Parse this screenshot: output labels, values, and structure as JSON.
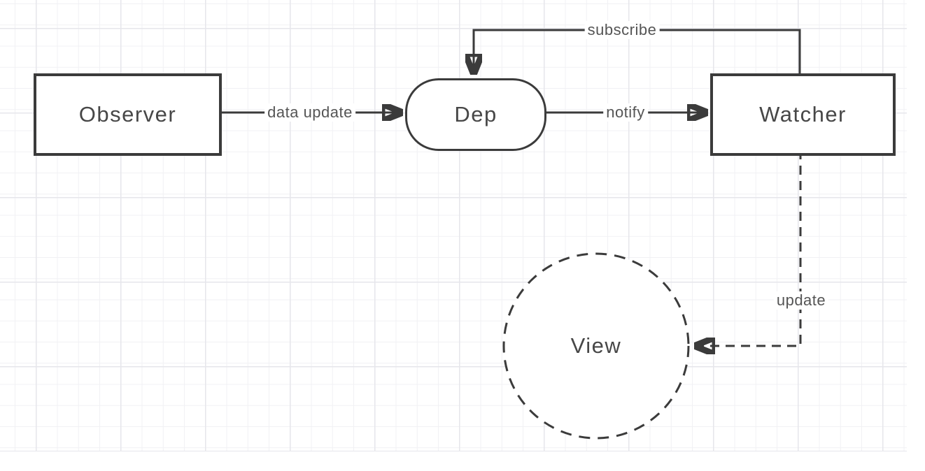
{
  "diagram": {
    "title": "observer-dep-watcher-view reactivity diagram",
    "nodes": [
      {
        "id": "observer",
        "label": "Observer",
        "shape": "rectangle"
      },
      {
        "id": "dep",
        "label": "Dep",
        "shape": "rounded-rectangle"
      },
      {
        "id": "watcher",
        "label": "Watcher",
        "shape": "rectangle"
      },
      {
        "id": "view",
        "label": "View",
        "shape": "dashed-circle"
      }
    ],
    "edges": [
      {
        "from": "observer",
        "to": "dep",
        "label": "data update",
        "style": "solid",
        "direction": "right"
      },
      {
        "from": "dep",
        "to": "watcher",
        "label": "notify",
        "style": "solid",
        "direction": "right"
      },
      {
        "from": "watcher",
        "to": "dep",
        "label": "subscribe",
        "style": "solid",
        "direction": "top-loop"
      },
      {
        "from": "watcher",
        "to": "view",
        "label": "update",
        "style": "dashed",
        "direction": "down-left"
      }
    ],
    "colors": {
      "stroke": "#3b3b3b",
      "node_text": "#474747",
      "edge_text": "#555555",
      "background": "#ffffff",
      "grid_minor": "#f1f1f4",
      "grid_major": "#e6e6eb"
    }
  }
}
